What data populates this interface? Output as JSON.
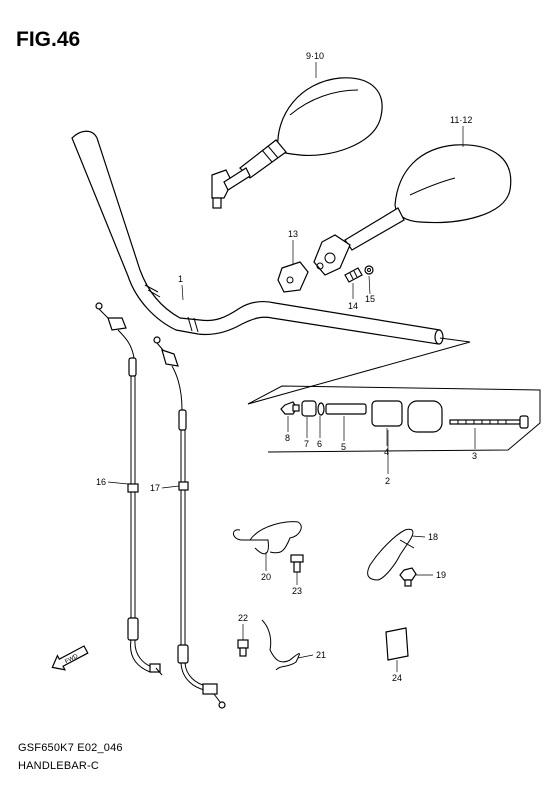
{
  "figure": {
    "title": "FIG.46",
    "model_code": "GSF650K7 E02_046",
    "section": "HANDLEBAR-C"
  },
  "callouts": [
    {
      "id": "1",
      "text": "1"
    },
    {
      "id": "2",
      "text": "2"
    },
    {
      "id": "3",
      "text": "3"
    },
    {
      "id": "4",
      "text": "4"
    },
    {
      "id": "5",
      "text": "5"
    },
    {
      "id": "6",
      "text": "6"
    },
    {
      "id": "7",
      "text": "7"
    },
    {
      "id": "8",
      "text": "8"
    },
    {
      "id": "9-10",
      "text": "9·10"
    },
    {
      "id": "11-12",
      "text": "11·12"
    },
    {
      "id": "13",
      "text": "13"
    },
    {
      "id": "14",
      "text": "14"
    },
    {
      "id": "15",
      "text": "15"
    },
    {
      "id": "16",
      "text": "16"
    },
    {
      "id": "17",
      "text": "17"
    },
    {
      "id": "18",
      "text": "18"
    },
    {
      "id": "19",
      "text": "19"
    },
    {
      "id": "20",
      "text": "20"
    },
    {
      "id": "21",
      "text": "21"
    },
    {
      "id": "22",
      "text": "22"
    },
    {
      "id": "23",
      "text": "23"
    },
    {
      "id": "24",
      "text": "24"
    }
  ],
  "fwd_label": "FWD"
}
